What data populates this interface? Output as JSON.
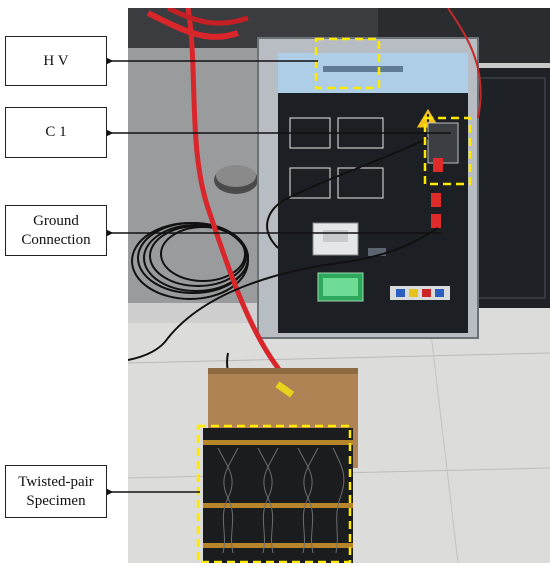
{
  "figure": {
    "labels": {
      "hv": "H V",
      "c1": "C 1",
      "ground": [
        "Ground",
        "Connection"
      ],
      "specimen": [
        "Twisted-pair",
        "Specimen"
      ]
    },
    "colors": {
      "highlight": "#ffe900",
      "arrow": "#111111",
      "hv_cable": "#d8262b",
      "panel_face": "#1c2024",
      "panel_header": "#aecde6",
      "specimen_board": "#1b1c1e",
      "tape": "#b8862a"
    },
    "icons": [
      "warning-icon",
      "printer-icon",
      "lcd-display-icon",
      "keypad-icon"
    ]
  }
}
